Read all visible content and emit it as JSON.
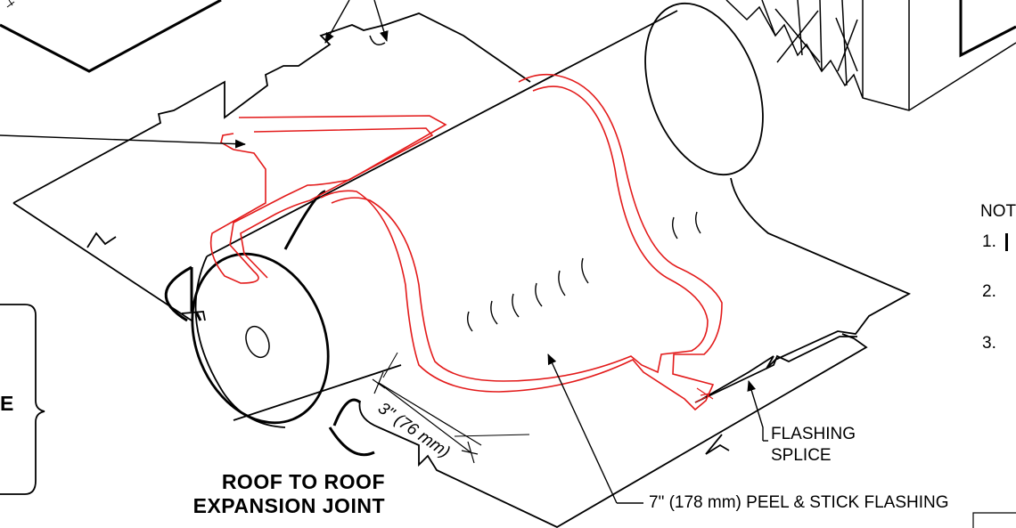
{
  "labels": {
    "flashing_splice_line1": "FLASHING",
    "flashing_splice_line2": "SPLICE",
    "peel_stick": "7\" (178 mm) PEEL & STICK FLASHING",
    "dimension": "3\" (76 mm)",
    "title_line1": "ROOF TO ROOF",
    "title_line2": "EXPANSION JOINT",
    "partial_left_letter": "E",
    "notes_partial": "NOT",
    "note_1": "1.",
    "note_2": "2.",
    "note_3": "3."
  },
  "colors": {
    "line": "#000000",
    "flashing": "#e31b1b"
  }
}
